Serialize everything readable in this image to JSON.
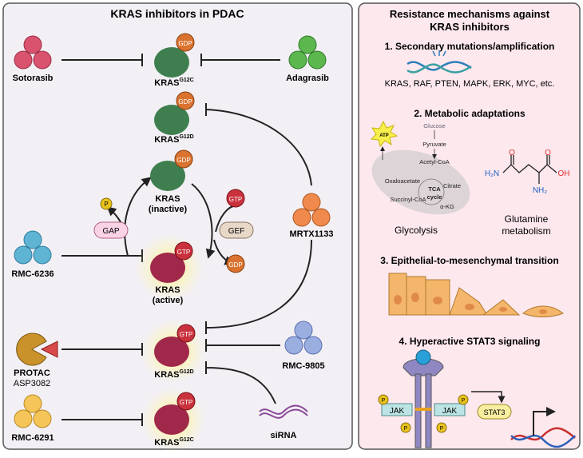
{
  "left": {
    "title": "KRAS inhibitors in PDAC",
    "drugs": {
      "sotorasib": "Sotorasib",
      "adagrasib": "Adagrasib",
      "mrtx1133": "MRTX1133",
      "rmc6236": "RMC-6236",
      "protac": "PROTAC",
      "asp3082": "ASP3082",
      "rmc9805": "RMC-9805",
      "sirna": "siRNA",
      "rmc6291": "RMC-6291"
    },
    "kras": "KRAS",
    "g12c": "G12C",
    "g12d": "G12D",
    "inactive": "(inactive)",
    "active": "(active)",
    "gdp": "GDP",
    "gtp": "GTP",
    "p": "P",
    "gap": "GAP",
    "gef": "GEF"
  },
  "right": {
    "title_line1": "Resistance mechanisms against",
    "title_line2": "KRAS inhibitors",
    "s1": {
      "heading": "1. Secondary mutations/amplification",
      "genes": "KRAS, RAF, PTEN, MAPK, ERK, MYC, etc."
    },
    "s2": {
      "heading": "2. Metabolic adaptations",
      "atp": "ATP",
      "glucose": "Glucose",
      "pyruvate": "Pyruvate",
      "acetyl": "Acetyl-CoA",
      "oxalo": "Oxaloacetate",
      "citrate": "Citrate",
      "tca1": "TCA",
      "tca2": "cycle",
      "succinyl": "Succinyl-CoA",
      "akg": "α-KG",
      "glycolysis": "Glycolysis",
      "glut1": "Glutamine",
      "glut2": "metabolism",
      "o": "O",
      "h2n": "H₂N",
      "oh": "OH",
      "nh2": "NH₂"
    },
    "s3": {
      "heading": "3. Epithelial-to-mesenchymal transition"
    },
    "s4": {
      "heading": "4. Hyperactive STAT3 signaling",
      "jak": "JAK",
      "p": "P",
      "stat3": "STAT3"
    }
  },
  "colors": {
    "left_bg": "#f3f0f5",
    "right_bg": "#fde8ee",
    "sotorasib": "#d9536f",
    "adagrasib": "#5cb84e",
    "mrtx": "#ef8a4c",
    "rmc6236": "#5fb3d3",
    "rmc9805": "#9aaee0",
    "rmc6291": "#f5c55a",
    "inactive_kras": "#3f7f4f",
    "active_kras": "#a0284a",
    "gdp": "#d9732f",
    "gtp": "#c9323d"
  }
}
